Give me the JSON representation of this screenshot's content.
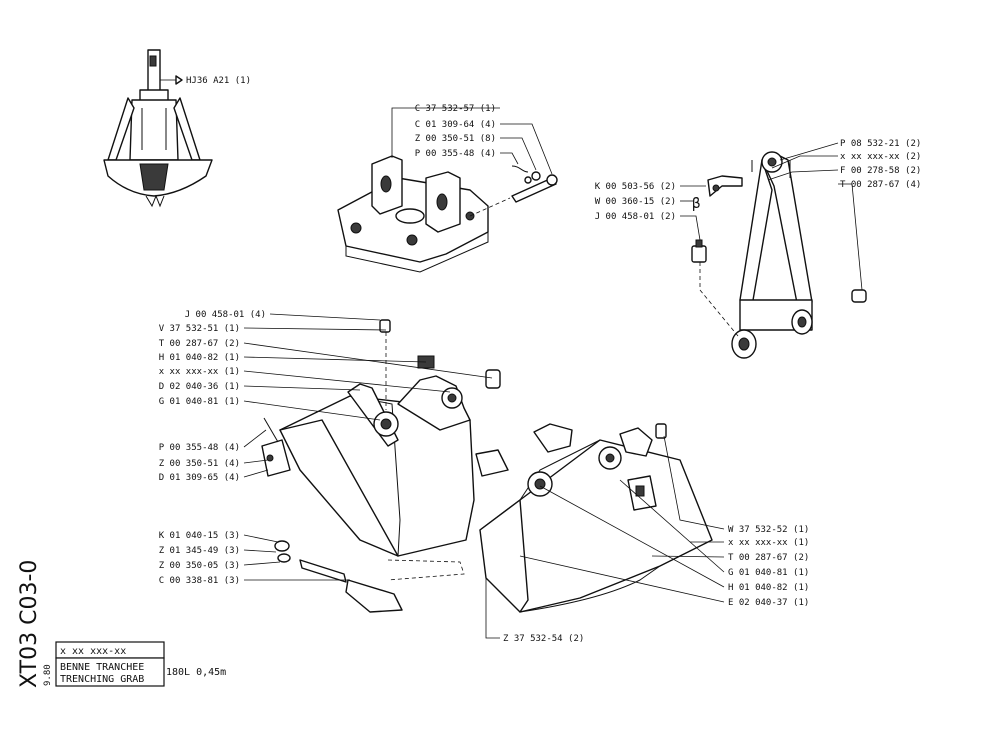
{
  "overview": {
    "callout": "HJ36  A21 (1)"
  },
  "group_top_mid": {
    "labels": [
      "C 37 532-57 (1)",
      "C 01 309-64 (4)",
      "Z 00 350-51 (8)",
      "P 00 355-48 (4)"
    ]
  },
  "group_top_right": {
    "labels_right": [
      "P 08 532-21 (2)",
      "x  xx  xxx-xx (2)",
      "F 00 278-58 (2)",
      "T 00 287-67 (4)"
    ],
    "labels_left": [
      "K 00 503-56 (2)",
      "W 00 360-15 (2)",
      "J 00 458-01 (2)"
    ],
    "beta_symbol": "β"
  },
  "group_main_left": {
    "labels_upper": [
      "J 00 458-01 (4)",
      "V 37 532-51 (1)",
      "T 00 287-67 (2)",
      "H 01 040-82 (1)",
      "x  xx  xxx-xx (1)",
      "D 02 040-36 (1)",
      "G 01 040-81 (1)"
    ],
    "labels_lower": [
      "P 00 355-48 (4)",
      "Z 00 350-51 (4)",
      "D 01 309-65 (4)"
    ],
    "labels_tooth": [
      "K 01 040-15 (3)",
      "Z 01 345-49 (3)",
      "Z 00 350-05 (3)",
      "C 00 338-81 (3)"
    ]
  },
  "group_main_right": {
    "labels": [
      "W 37 532-52 (1)",
      "x  xx  xxx-xx (1)",
      "T 00 287-67 (2)",
      "G 01 040-81 (1)",
      "H 01 040-82 (1)",
      "E 02 040-37 (1)"
    ],
    "bottom_label": "Z 37 532-54 (2)"
  },
  "title_block": {
    "vertical_code": "XT03  C03-0",
    "date": "9.80",
    "part_number": "x  xx   xxx-xx",
    "title_fr": "BENNE TRANCHEE",
    "title_en": "TRENCHING  GRAB",
    "capacity": "180L  0,45m"
  }
}
